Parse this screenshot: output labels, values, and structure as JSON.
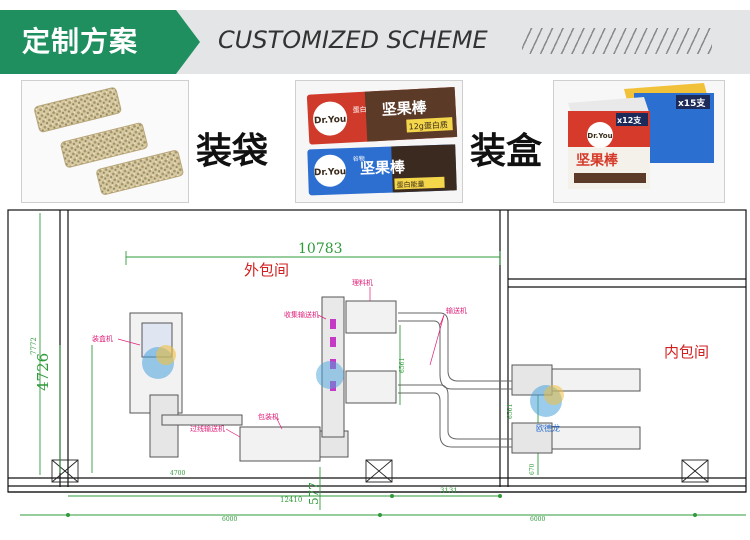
{
  "header": {
    "title": "定制方案",
    "subtitle": "CUSTOMIZED SCHEME",
    "accent_color": "#1f8f5f",
    "band_color": "#e3e5e7"
  },
  "product_row": {
    "bagging_label": "装袋",
    "boxing_label": "装盒",
    "wrapper_brand": "Dr.You",
    "wrapper_name": "坚果棒",
    "wrapper_protein": "12g蛋白质",
    "wrapper_tag": "蛋白",
    "wrapper_tag2": "谷物",
    "wrapper2_protein": "蛋白能量",
    "box_small_count": "x12支",
    "box_large_count": "x15支"
  },
  "layout_plan": {
    "outer_room_label": "外包间",
    "inner_room_label": "内包间",
    "dim_top": "10783",
    "dim_left": "4726",
    "dim_left_outer": "7772",
    "dim_bottom_1": "12410",
    "dim_bottom_2": "3131",
    "dim_bottom_3": "6000",
    "dim_bottom_4": "6000",
    "dim_vertical_small": "577",
    "dim_small_a": "670",
    "dim_small_b": "4700",
    "dim_mid": "6561",
    "dim_mid2": "6561",
    "callout_boxing": "装盒机",
    "callout_transfer": "过线输送机",
    "callout_wrapper": "包装机",
    "callout_collect": "收集输送机",
    "callout_sorting": "理料机",
    "callout_conveyor": "输送机",
    "watermark": "欧德龙",
    "label_color": "#e0207a"
  }
}
